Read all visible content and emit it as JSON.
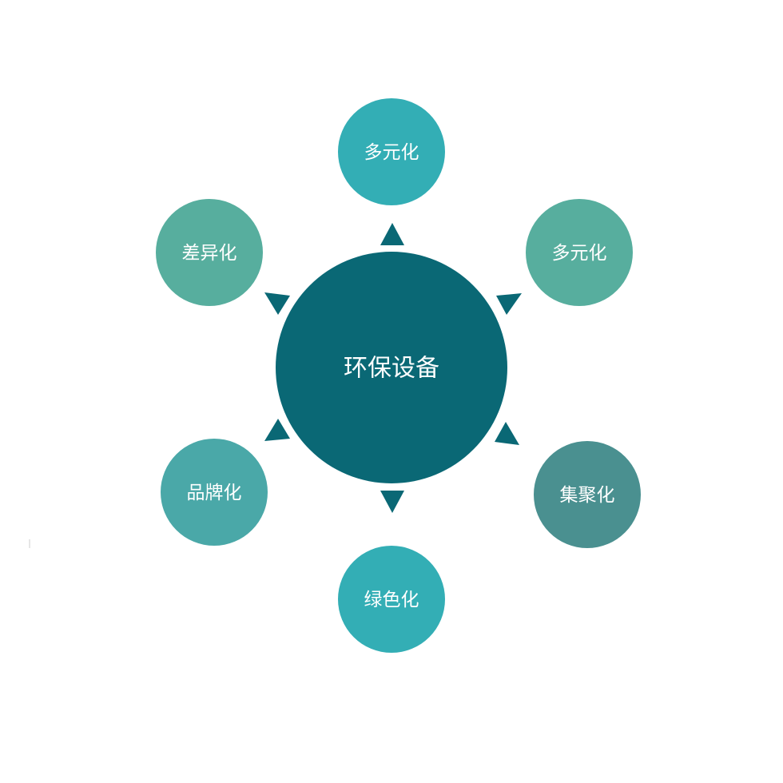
{
  "center": {
    "label": "环保设备",
    "color": "#0a6875"
  },
  "nodes": [
    {
      "id": "top",
      "label": "多元化",
      "color": "#33aeb5"
    },
    {
      "id": "top-right",
      "label": "多元化",
      "color": "#57ae9e"
    },
    {
      "id": "bottom-right",
      "label": "集聚化",
      "color": "#4a9090"
    },
    {
      "id": "bottom",
      "label": "绿色化",
      "color": "#33aeb5"
    },
    {
      "id": "bottom-left",
      "label": "品牌化",
      "color": "#4aa8a8"
    },
    {
      "id": "top-left",
      "label": "差异化",
      "color": "#57ae9e"
    }
  ],
  "arrow_color": "#0a6875"
}
